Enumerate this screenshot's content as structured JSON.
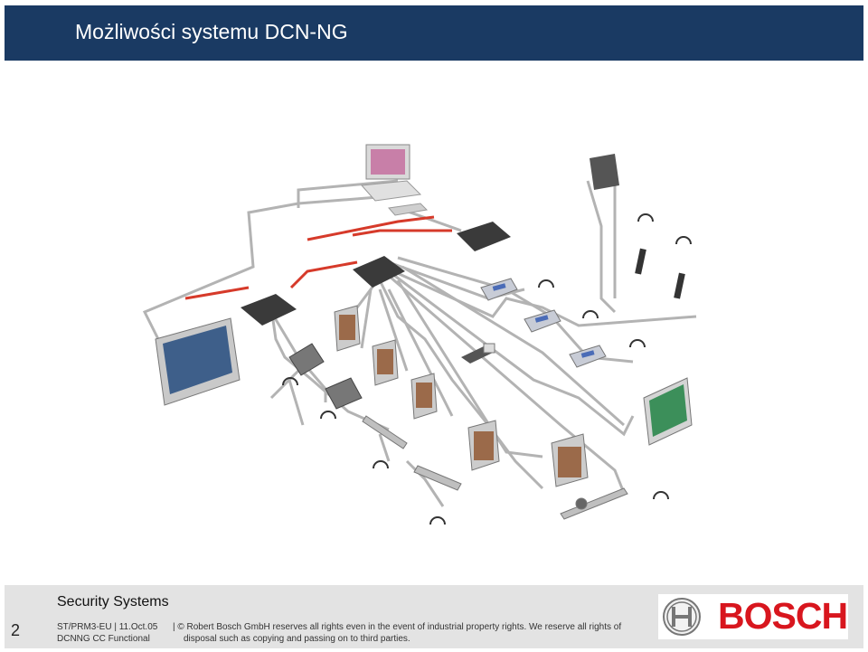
{
  "header": {
    "title": "Możliwości systemu DCN-NG"
  },
  "diagram": {
    "colors": {
      "cable": "#a9a9a9",
      "red_cable": "#d63a2a",
      "device": "#3a3a3a",
      "screen": "#6b7f95"
    },
    "icons": [
      "computer-icon",
      "central-unit-icon",
      "wall-loudspeaker-icon",
      "headphones-icon",
      "microphone-handset-icon",
      "delegate-unit-icon",
      "camera-icon",
      "display-monitor-icon",
      "video-monitor-icon",
      "voting-board-icon",
      "interpreter-desk-icon",
      "discussion-microphone-icon"
    ]
  },
  "footer": {
    "page_number": "2",
    "brand": "Security Systems",
    "meta_line1": "ST/PRM3-EU  |  11.Oct.05",
    "meta_line2": "DCNNG CC Functional",
    "copyright_line1": "|  © Robert Bosch GmbH reserves all rights even in the event of industrial property rights. We reserve all rights of",
    "copyright_line2": "disposal such as copying and passing on to third parties.",
    "logo_text": "BOSCH",
    "logo_color": "#d8161e"
  }
}
